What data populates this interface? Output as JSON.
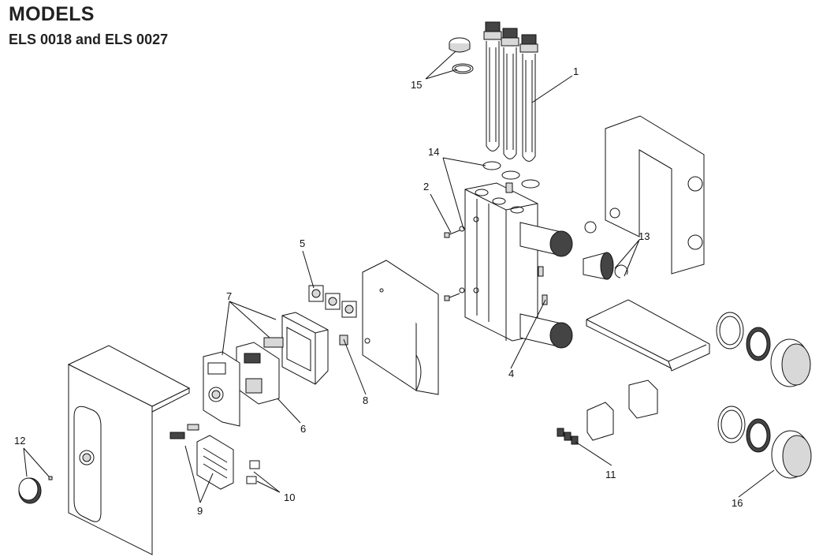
{
  "header": {
    "title": "MODELS",
    "subtitle": "ELS 0018 and ELS 0027"
  },
  "callouts": [
    {
      "id": "c1",
      "label": "1"
    },
    {
      "id": "c2",
      "label": "2"
    },
    {
      "id": "c4",
      "label": "4"
    },
    {
      "id": "c5",
      "label": "5"
    },
    {
      "id": "c6",
      "label": "6"
    },
    {
      "id": "c7",
      "label": "7"
    },
    {
      "id": "c8",
      "label": "8"
    },
    {
      "id": "c9",
      "label": "9"
    },
    {
      "id": "c10",
      "label": "10"
    },
    {
      "id": "c11",
      "label": "11"
    },
    {
      "id": "c12",
      "label": "12"
    },
    {
      "id": "c13",
      "label": "13"
    },
    {
      "id": "c14",
      "label": "14"
    },
    {
      "id": "c15",
      "label": "15"
    },
    {
      "id": "c16",
      "label": "16"
    }
  ]
}
